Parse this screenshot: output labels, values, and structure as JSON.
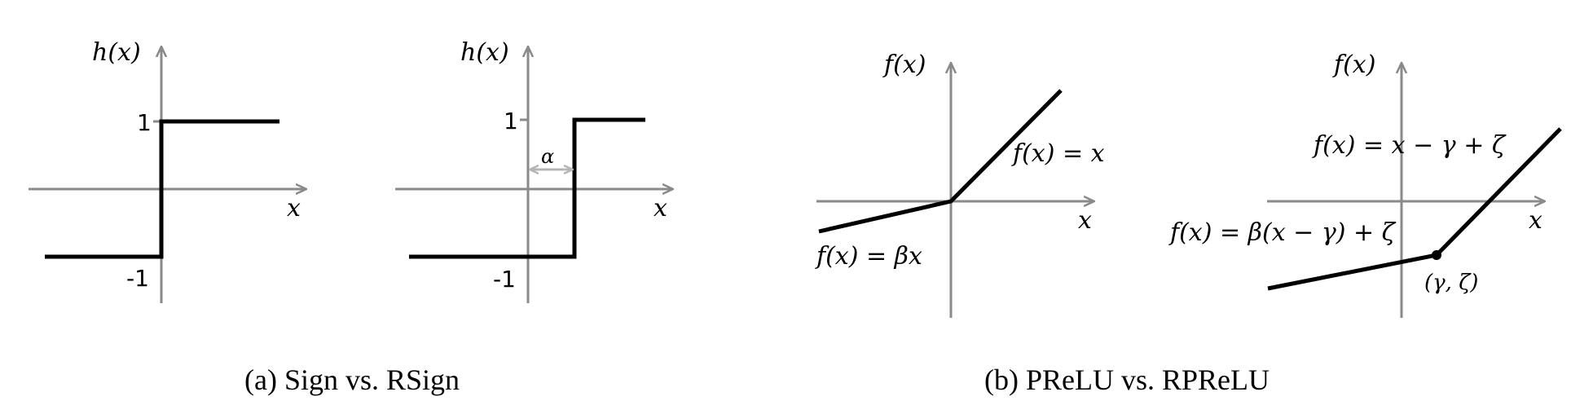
{
  "panel_a": {
    "caption": "(a) Sign vs. RSign",
    "sign": {
      "y_label": "h(x)",
      "x_label": "x",
      "tick_one": "1",
      "tick_neg_one": "-1"
    },
    "rsign": {
      "y_label": "h(x)",
      "x_label": "x",
      "tick_one": "1",
      "tick_neg_one": "-1",
      "shift_label": "α"
    }
  },
  "panel_b": {
    "caption": "(b) PReLU vs. RPReLU",
    "prelu": {
      "y_label": "f(x)",
      "x_label": "x",
      "pos_formula": "f(x) = x",
      "neg_formula": "f(x) = βx"
    },
    "rprelu": {
      "y_label": "f(x)",
      "x_label": "x",
      "pos_formula": "f(x) = x − γ + ζ",
      "neg_formula": "f(x) = β(x − γ) + ζ",
      "point_label": "(γ, ζ)"
    }
  },
  "colors": {
    "axis": "#8a8a8a",
    "curve": "#000000",
    "shift_arrow": "#b5b5b5"
  }
}
